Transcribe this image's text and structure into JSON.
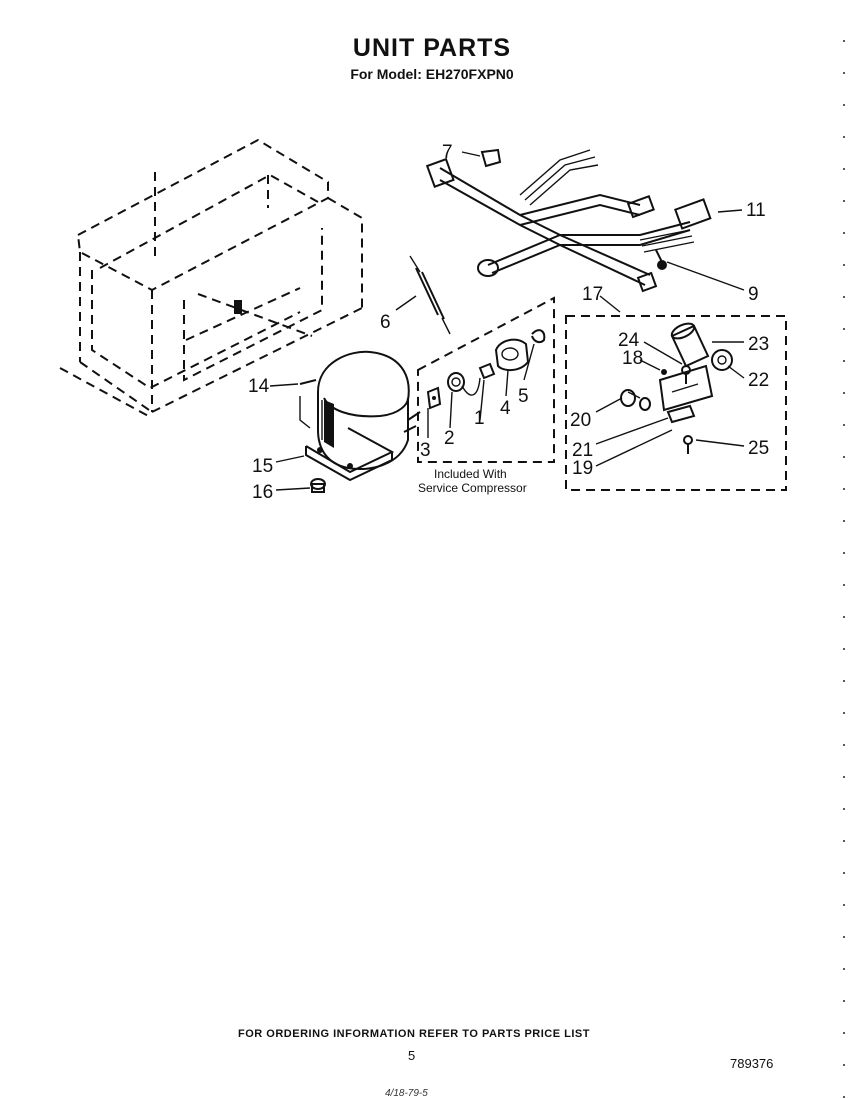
{
  "title": "UNIT PARTS",
  "subtitle": "For Model: EH270FXPN0",
  "callouts": {
    "c1": "1",
    "c2": "2",
    "c3": "3",
    "c4": "4",
    "c5": "5",
    "c6": "6",
    "c7": "7",
    "c9": "9",
    "c11": "11",
    "c14": "14",
    "c15": "15",
    "c16": "16",
    "c17": "17",
    "c18": "18",
    "c19": "19",
    "c20": "20",
    "c21": "21",
    "c22": "22",
    "c23": "23",
    "c24": "24",
    "c25": "25"
  },
  "included_note": {
    "line1": "Included With",
    "line2": "Service Compressor"
  },
  "footer": {
    "ordering_note": "FOR ORDERING INFORMATION REFER TO PARTS PRICE LIST",
    "page_number": "5",
    "doc_number": "789376",
    "handwritten": "4/18-79-5"
  }
}
